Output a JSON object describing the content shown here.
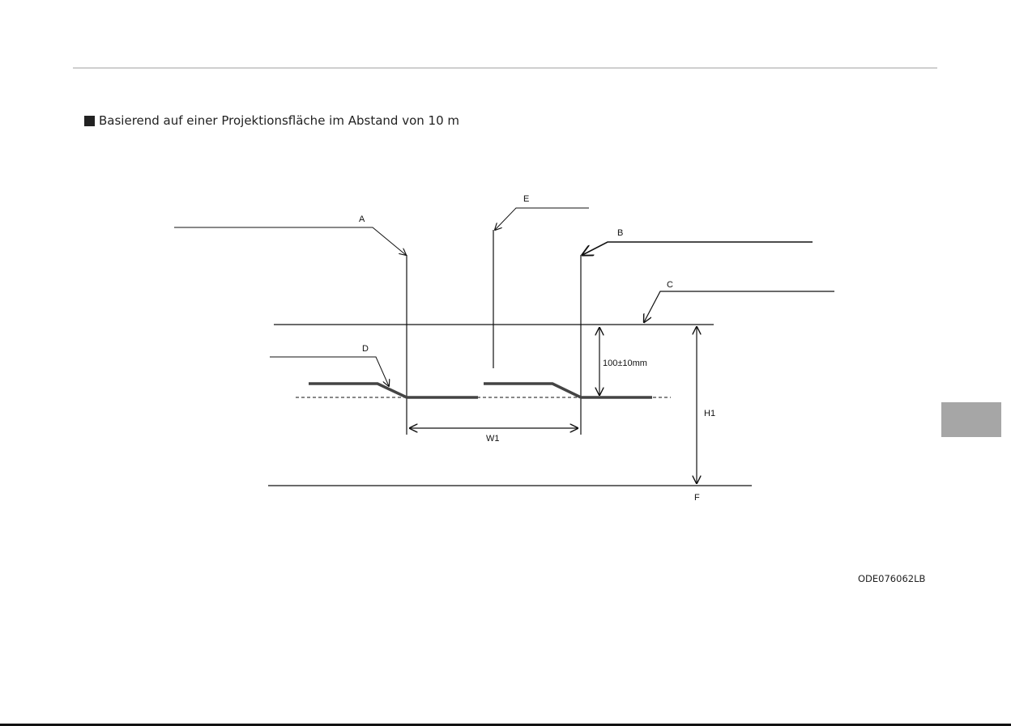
{
  "heading": "Basierend auf einer Projektionsfläche im Abstand von 10 m",
  "figure_code": "ODE076062LB",
  "labels": {
    "a": "A",
    "b": "B",
    "c": "C",
    "d": "D",
    "e": "E",
    "f": "F",
    "h1": "H1",
    "w1": "W1",
    "tolerance": "100±10mm"
  }
}
